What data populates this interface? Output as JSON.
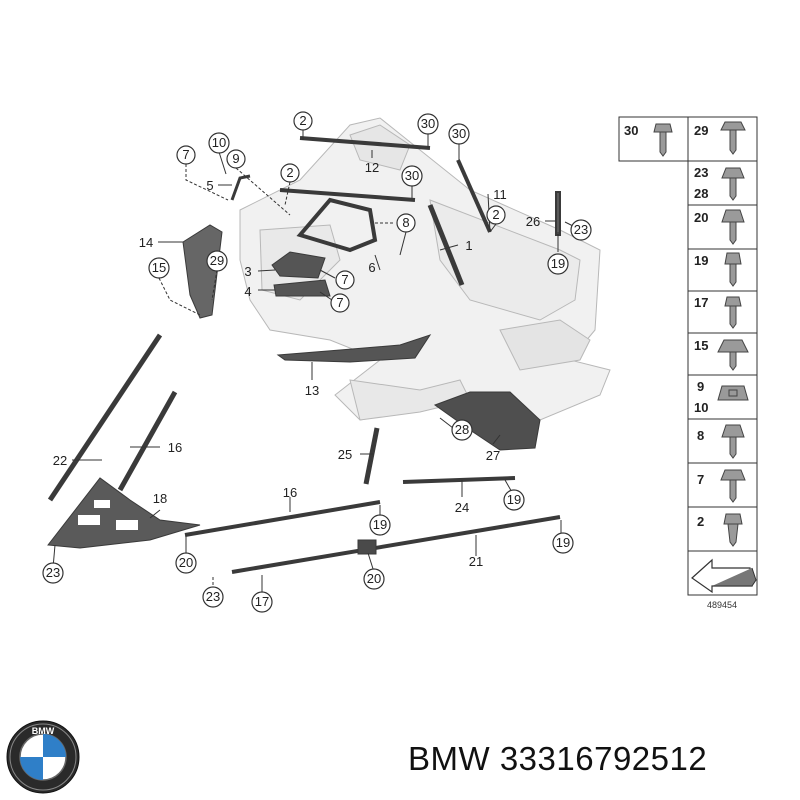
{
  "footer": {
    "brand": "BMW",
    "part_number": "33316792512"
  },
  "logo": {
    "text": "BMW"
  },
  "figure": {
    "number": "489454"
  },
  "callouts": {
    "c_2a": "2",
    "c_30a": "30",
    "c_30b": "30",
    "c_12": "12",
    "c_10": "10",
    "c_7a": "7",
    "c_9": "9",
    "c_5": "5",
    "c_2b": "2",
    "c_30c": "30",
    "c_11": "11",
    "c_2c": "2",
    "c_8": "8",
    "c_26": "26",
    "c_23a": "23",
    "c_14": "14",
    "c_1": "1",
    "c_29": "29",
    "c_15": "15",
    "c_3": "3",
    "c_6": "6",
    "c_19a": "19",
    "c_7b": "7",
    "c_4": "4",
    "c_7c": "7",
    "c_13": "13",
    "c_28": "28",
    "c_27": "27",
    "c_22": "22",
    "c_16a": "16",
    "c_25": "25",
    "c_18": "18",
    "c_16b": "16",
    "c_24": "24",
    "c_19b": "19",
    "c_19c": "19",
    "c_23b": "23",
    "c_20a": "20",
    "c_21": "21",
    "c_19d": "19",
    "c_20b": "20",
    "c_23c": "23",
    "c_17": "17"
  },
  "legend": [
    {
      "left": "30",
      "right": "29"
    },
    {
      "right": "23",
      "right2": "28"
    },
    {
      "right": "20"
    },
    {
      "right": "19"
    },
    {
      "right": "17"
    },
    {
      "right": "15"
    },
    {
      "right": "9",
      "right2": "10"
    },
    {
      "right": "8"
    },
    {
      "right": "7"
    },
    {
      "right": "2"
    }
  ]
}
